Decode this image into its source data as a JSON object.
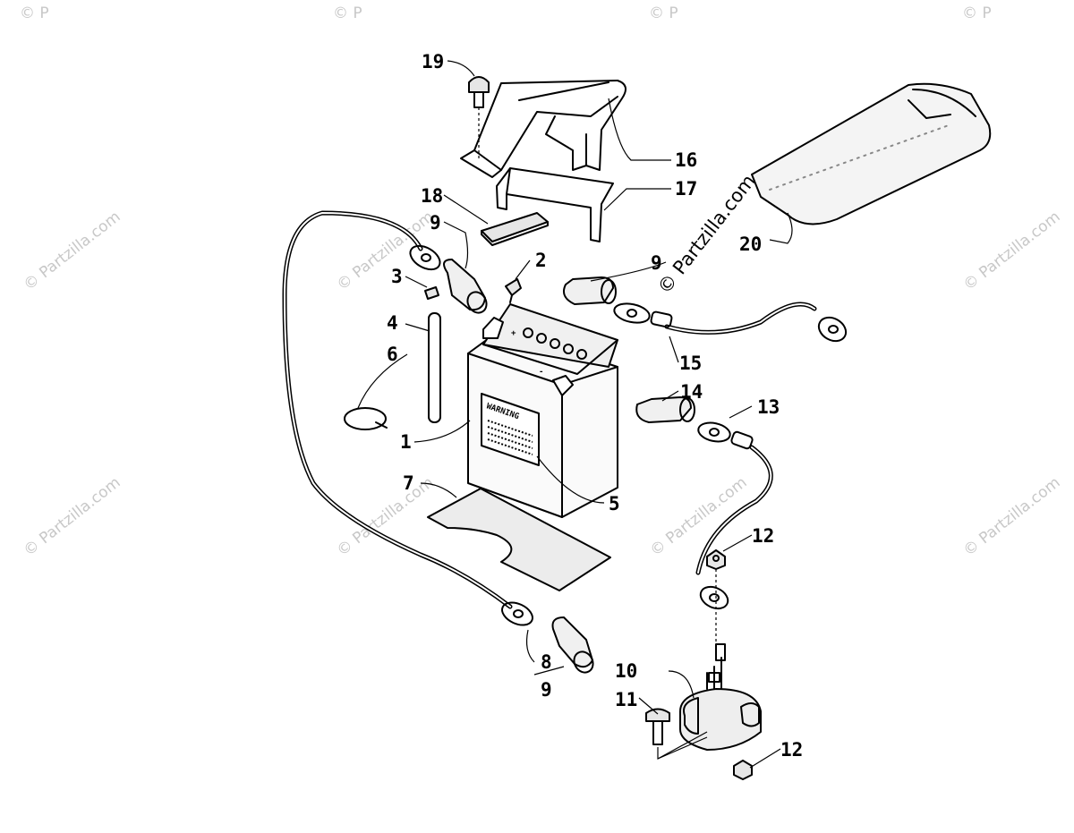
{
  "watermark": {
    "text": "© Partzilla.com",
    "corner_fragment": "© P"
  },
  "battery": {
    "warning_text": "WARNING",
    "plus_symbol": "+",
    "minus_symbol": "-"
  },
  "callouts": {
    "c1": "1",
    "c2": "2",
    "c3": "3",
    "c4": "4",
    "c5": "5",
    "c6": "6",
    "c7": "7",
    "c8": "8",
    "c9a": "9",
    "c9b": "9",
    "c9c": "9",
    "c10": "10",
    "c11": "11",
    "c12a": "12",
    "c12b": "12",
    "c13": "13",
    "c14": "14",
    "c15": "15",
    "c16": "16",
    "c17": "17",
    "c18": "18",
    "c19": "19",
    "c20": "20"
  }
}
